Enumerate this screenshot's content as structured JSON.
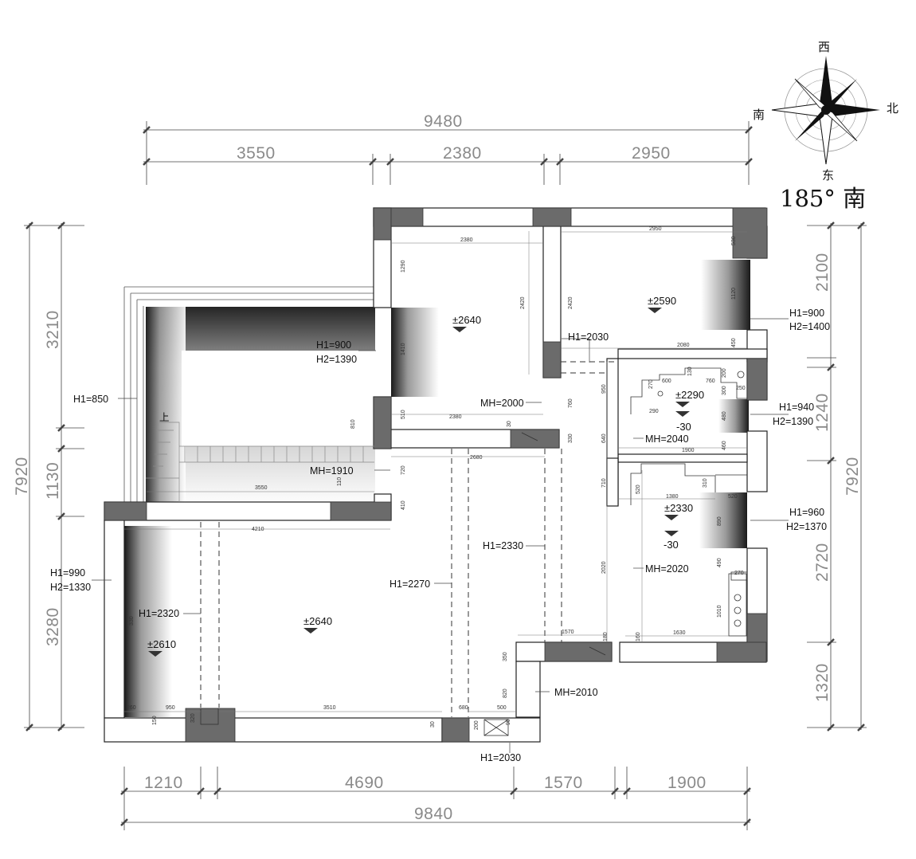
{
  "orientation": {
    "label": "185° 南",
    "north": "北",
    "south": "南",
    "east": "东",
    "west": "西"
  },
  "dims_top": {
    "total": "9480",
    "seg1": "3550",
    "seg2": "2380",
    "seg3": "2950"
  },
  "dims_bottom": {
    "total": "9840",
    "seg1": "1210",
    "seg2": "4690",
    "seg3": "1570",
    "seg4": "1900"
  },
  "dims_left": {
    "total": "7920",
    "seg1": "3210",
    "seg2": "1130",
    "seg3": "3280"
  },
  "dims_right": {
    "total": "7920",
    "seg1": "2100",
    "seg2": "1240",
    "seg3": "2720",
    "seg4": "1320"
  },
  "elevations": {
    "room_top_mid": "±2640",
    "room_top_right": "±2590",
    "bath1": "±2290",
    "bath1_drop": "-30",
    "bath2": "±2330",
    "bath2_drop": "-30",
    "living": "±2640",
    "left_strip": "±2610"
  },
  "labels": {
    "h1_850": "H1=850",
    "h1_900a": "H1=900",
    "h2_1390a": "H2=1390",
    "h1_900b": "H1=900",
    "h2_1400": "H2=1400",
    "h1_2030a": "H1=2030",
    "mh_2000": "MH=2000",
    "h1_940": "H1=940",
    "h2_1390b": "H2=1390",
    "mh_2040": "MH=2040",
    "mh_1910": "MH=1910",
    "h1_960": "H1=960",
    "h2_1370": "H2=1370",
    "h1_2330": "H1=2330",
    "h1_2270": "H1=2270",
    "mh_2020": "MH=2020",
    "h1_990": "H1=990",
    "h2_1330": "H2=1330",
    "h1_2320": "H1=2320",
    "mh_2010": "MH=2010",
    "h1_2030b": "H1=2030",
    "stair_up": "上"
  },
  "small_dims": {
    "d2380a": "2380",
    "d2950": "2950",
    "d530a": "530",
    "d1290": "1290",
    "d2420a": "2420",
    "d2420b": "2420",
    "d1120": "1120",
    "d1410": "1410",
    "d2080": "2080",
    "d450": "450",
    "d760a": "760",
    "d600": "600",
    "d130": "130",
    "d200": "200",
    "d270a": "270",
    "d290": "290",
    "d300": "300",
    "d250": "250",
    "d950": "950",
    "d510": "510",
    "d2380b": "2380",
    "d30a": "30",
    "d760b": "760",
    "d480": "480",
    "d810": "810",
    "d640": "640",
    "d1900a": "1900",
    "d460": "460",
    "d330a": "330",
    "d2680": "2680",
    "d720": "720",
    "d710": "710",
    "d1380": "1380",
    "d310": "310",
    "d520a": "520",
    "d520b": "520",
    "d110": "110",
    "d3550": "3550",
    "d410": "410",
    "d4210": "4210",
    "d890": "890",
    "d2020": "2020",
    "d490": "490",
    "d270b": "270",
    "d1010": "1010",
    "d1570": "1570",
    "d180": "180",
    "d160": "160",
    "d1630": "1630",
    "d350": "350",
    "d820": "820",
    "d330b": "330",
    "d260": "260",
    "d950b": "950",
    "d3510": "3510",
    "d680": "680",
    "d500": "500",
    "d150": "150",
    "d320": "320",
    "d30b": "30",
    "d200b": "200",
    "d90": "90"
  }
}
